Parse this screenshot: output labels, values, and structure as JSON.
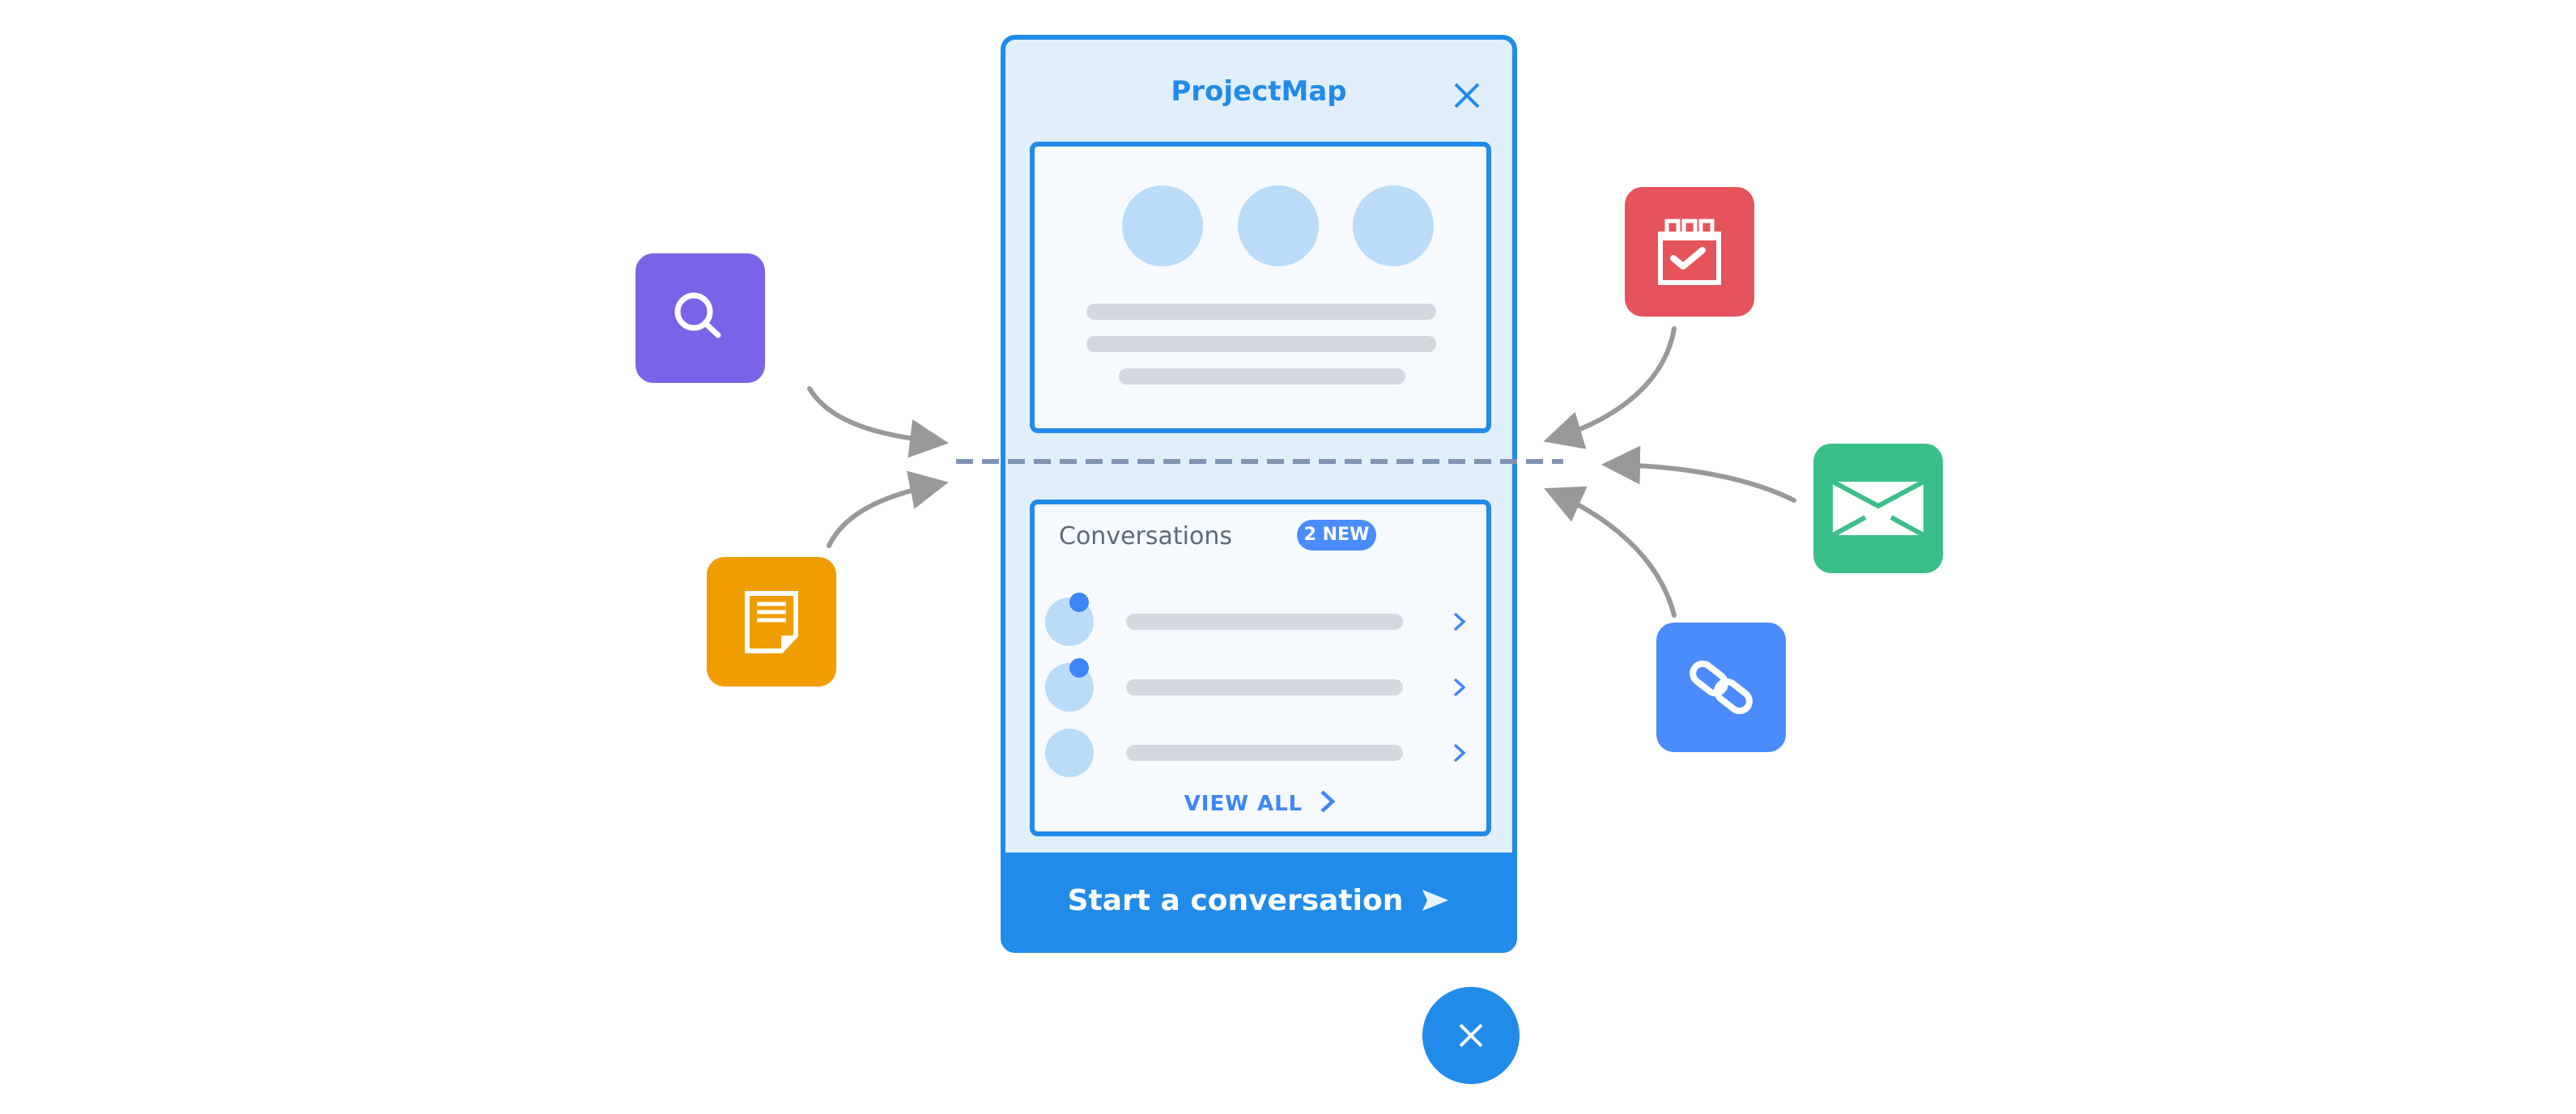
{
  "widget": {
    "title": "ProjectMap",
    "conversations": {
      "heading": "Conversations",
      "badge": "2 NEW",
      "rows": [
        {
          "unread": true
        },
        {
          "unread": true
        },
        {
          "unread": false
        }
      ],
      "view_all": "VIEW ALL"
    },
    "footer_button": "Start a conversation"
  },
  "integrations": [
    {
      "icon": "search-icon",
      "color": "#7b63e8"
    },
    {
      "icon": "note-icon",
      "color": "#f09d00"
    },
    {
      "icon": "calendar-check-icon",
      "color": "#e5535b"
    },
    {
      "icon": "mail-icon",
      "color": "#3bbf8a"
    },
    {
      "icon": "link-icon",
      "color": "#4a8cfd"
    }
  ],
  "colors": {
    "primary": "#218bea",
    "arrow": "#999999",
    "divider": "#7f93b3"
  }
}
